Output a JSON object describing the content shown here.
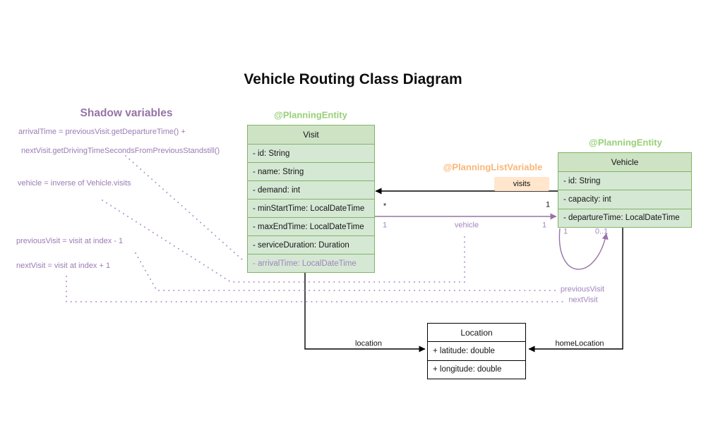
{
  "title": "Vehicle Routing Class Diagram",
  "shadow": {
    "heading": "Shadow variables",
    "lines": [
      "arrivalTime = previousVisit.getDepartureTime() +",
      "nextVisit.getDrivingTimeSecondsFromPreviousStandstill()",
      "vehicle = inverse of Vehicle.visits",
      "previousVisit = visit at index - 1",
      "nextVisit = visit at index + 1"
    ]
  },
  "visit": {
    "stereotype": "@PlanningEntity",
    "name": "Visit",
    "fields": [
      "- id: String",
      "- name: String",
      "- demand: int",
      "- minStartTime: LocalDateTime",
      "- maxEndTime: LocalDateTime",
      "- serviceDuration: Duration"
    ],
    "shadow_field": "- arrivalTime: LocalDateTime"
  },
  "vehicle": {
    "stereotype": "@PlanningEntity",
    "name": "Vehicle",
    "fields": [
      "- id: String",
      "- capacity: int",
      "- departureTime: LocalDateTime"
    ]
  },
  "location": {
    "name": "Location",
    "fields": [
      "+ latitude: double",
      "+ longitude: double"
    ]
  },
  "annotations": {
    "planning_list_variable": "@PlanningListVariable"
  },
  "edges": {
    "visits": {
      "label": "visits",
      "mult_visit_end": "*",
      "mult_vehicle_end": "1"
    },
    "vehicle": {
      "label": "vehicle",
      "mult_visit_end": "1",
      "mult_vehicle_end": "1"
    },
    "loop": {
      "mult_start": "1",
      "mult_end": "0..1",
      "label_prev": "previousVisit",
      "label_next": "nextVisit"
    },
    "location": {
      "label": "location"
    },
    "home_location": {
      "label": "homeLocation"
    }
  },
  "colors": {
    "class_fill_green": "#d5e8d4",
    "class_stroke_green": "#82b366",
    "stereotype_green": "#97d077",
    "annotation_orange": "#fbb677",
    "badge_orange_bg": "#ffe6cc",
    "edge_purple": "#9673a6",
    "label_purple": "#a284bd",
    "shadow_text_purple": "#9b7bb4",
    "dotted_purple": "#b594ce",
    "edge_black": "#000000"
  }
}
